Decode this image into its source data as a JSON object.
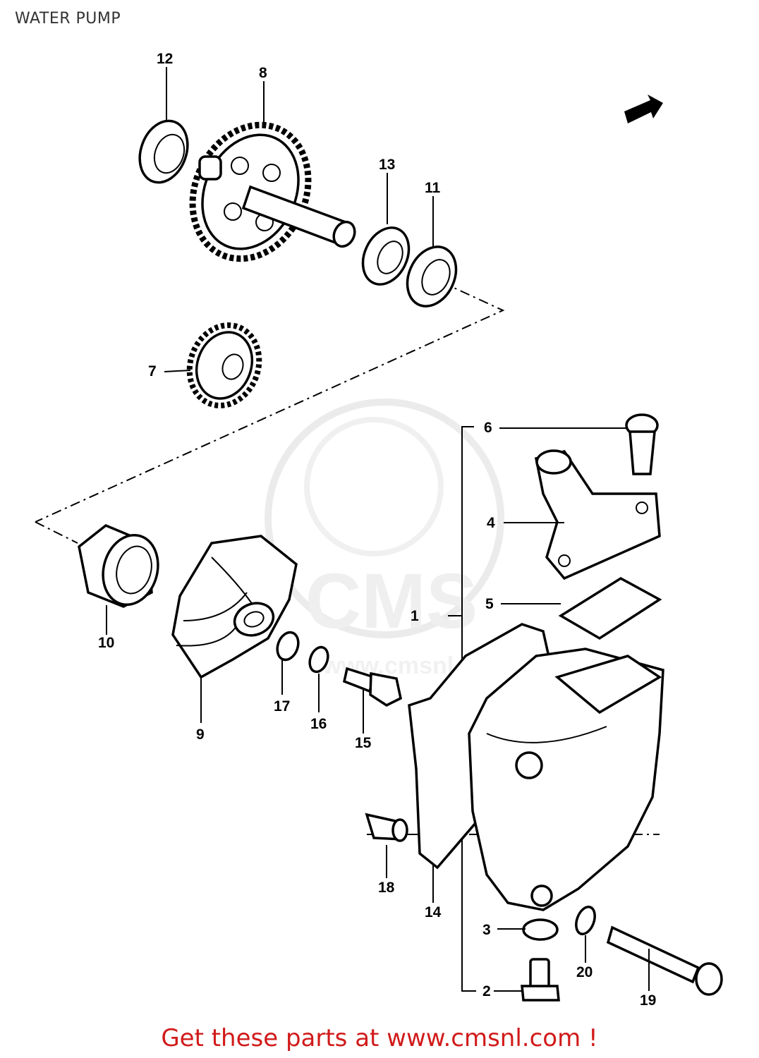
{
  "title": "WATER PUMP",
  "footer_link": "Get these parts at www.cmsnl.com !",
  "watermark": {
    "brand": "CMS",
    "url": "www.cmsnl.com"
  },
  "callouts": [
    "1",
    "2",
    "3",
    "4",
    "5",
    "6",
    "7",
    "8",
    "9",
    "10",
    "11",
    "12",
    "13",
    "14",
    "15",
    "16",
    "17",
    "18",
    "19",
    "20"
  ],
  "colors": {
    "link": "#d11a1a",
    "line": "#000000",
    "watermark": "#e6e6e6"
  }
}
